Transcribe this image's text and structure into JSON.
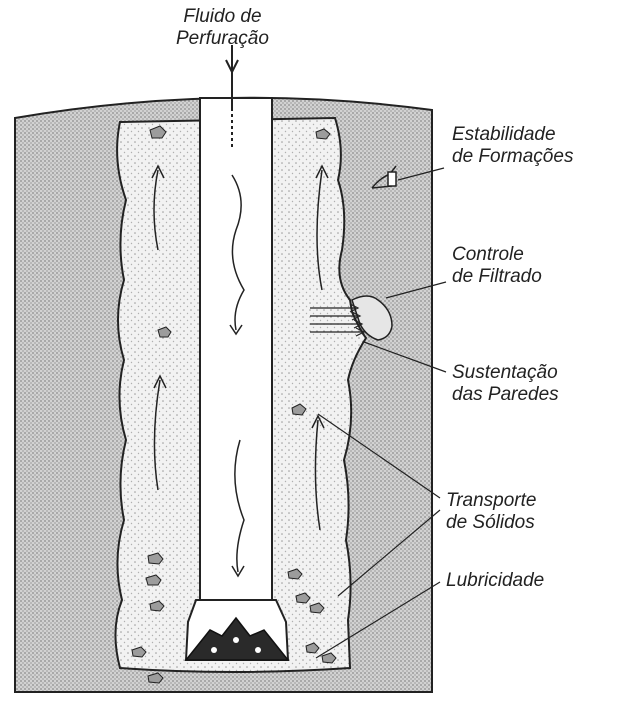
{
  "labels": {
    "fluid": {
      "line1": "Fluido de",
      "line2": "Perfuração"
    },
    "stability": {
      "line1": "Estabilidade",
      "line2": "de Formações"
    },
    "filtrate": {
      "line1": "Controle",
      "line2": "de Filtrado"
    },
    "walls": {
      "line1": "Sustentação",
      "line2": "das Paredes"
    },
    "transport": {
      "line1": "Transporte",
      "line2": "de Sólidos"
    },
    "lubricity": {
      "line1": "Lubricidade"
    }
  },
  "colors": {
    "ink": "#222222",
    "formation": "#bdbdbd",
    "mud": "#f3f3f3",
    "pipe": "#ffffff"
  }
}
